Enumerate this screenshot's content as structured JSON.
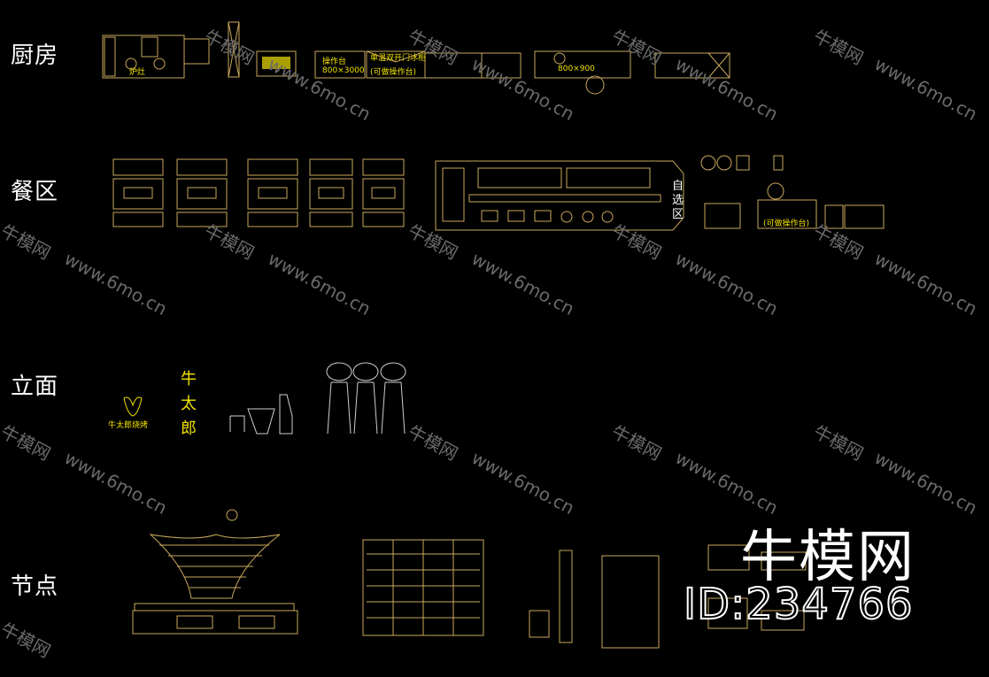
{
  "sections": {
    "kitchen": "厨房",
    "dining": "餐区",
    "elevation": "立面",
    "nodes": "节点"
  },
  "kitchen_labels": {
    "stove": "炉灶",
    "operate": "操作台",
    "dims": "800×3000",
    "door": "单温双开门冰柜",
    "can_operate": "(可做操作台)",
    "dim2": "800×900"
  },
  "dining_labels": {
    "self_select": [
      "自",
      "选",
      "区"
    ],
    "fridge_note": "(可做操作台)"
  },
  "elevation_labels": {
    "brand_small": "牛太郎烧烤",
    "brand_vertical": [
      "牛",
      "太",
      "郎"
    ]
  },
  "watermark": {
    "brand": "牛模网",
    "url": "www.6mo.cn",
    "id": "ID:234766"
  },
  "colors": {
    "line": "#c9a85b",
    "text_yellow": "#f2e200",
    "bg": "#000000",
    "watermark": "#6a6a6a"
  }
}
